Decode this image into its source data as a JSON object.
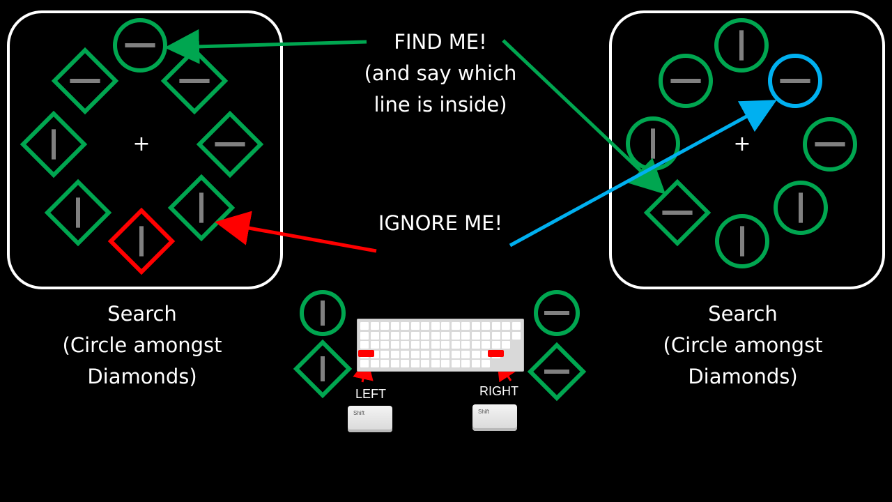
{
  "labels": {
    "find_me": "FIND ME!",
    "find_sub1": "(and say which",
    "find_sub2": "line is inside)",
    "ignore_me": "IGNORE ME!",
    "left_title": "Search",
    "left_sub1": "(Circle amongst",
    "left_sub2": "Diamonds)",
    "right_title": "Search",
    "right_sub1": "(Circle amongst",
    "right_sub2": "Diamonds)",
    "left_key": "LEFT",
    "right_key": "RIGHT",
    "shift_left": "Shift",
    "shift_right": "Shift",
    "fixation_left": "+",
    "fixation_right": "+"
  },
  "colors": {
    "target": "#00a650",
    "distractor": "#ff0000",
    "highlight": "#00b0f0",
    "line": "#808080",
    "frame": "#ffffff"
  },
  "left_display": {
    "items": [
      {
        "shape": "circle",
        "line": "horizontal",
        "role": "target"
      },
      {
        "shape": "diamond",
        "line": "horizontal"
      },
      {
        "shape": "diamond",
        "line": "horizontal"
      },
      {
        "shape": "diamond",
        "line": "vertical"
      },
      {
        "shape": "diamond",
        "line": "horizontal"
      },
      {
        "shape": "diamond",
        "line": "vertical"
      },
      {
        "shape": "diamond",
        "line": "vertical"
      },
      {
        "shape": "diamond",
        "line": "vertical",
        "role": "singleton-distractor"
      }
    ]
  },
  "right_display": {
    "items": [
      {
        "shape": "circle",
        "line": "vertical"
      },
      {
        "shape": "circle",
        "line": "horizontal"
      },
      {
        "shape": "circle",
        "line": "horizontal",
        "role": "highlighted"
      },
      {
        "shape": "circle",
        "line": "vertical"
      },
      {
        "shape": "circle",
        "line": "horizontal"
      },
      {
        "shape": "diamond",
        "line": "horizontal",
        "role": "target"
      },
      {
        "shape": "circle",
        "line": "vertical"
      },
      {
        "shape": "circle",
        "line": "vertical"
      }
    ]
  },
  "response_mapping": {
    "left": [
      {
        "shape": "circle",
        "line": "vertical"
      },
      {
        "shape": "diamond",
        "line": "vertical"
      }
    ],
    "right": [
      {
        "shape": "circle",
        "line": "horizontal"
      },
      {
        "shape": "diamond",
        "line": "horizontal"
      }
    ]
  }
}
